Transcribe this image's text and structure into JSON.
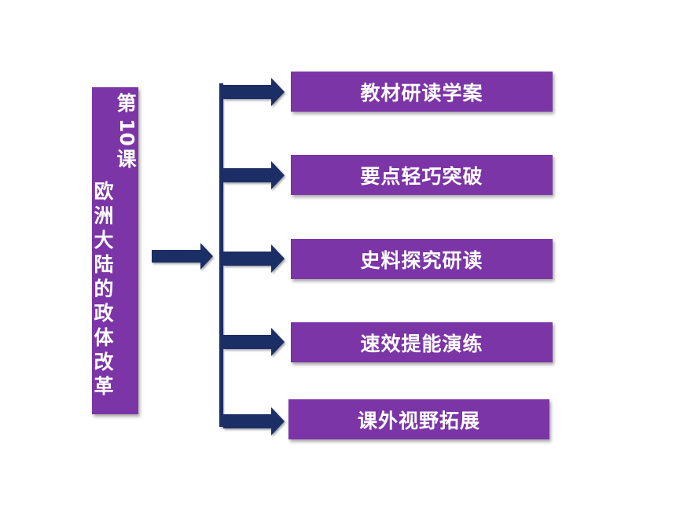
{
  "title": {
    "right_column": [
      "第",
      "10",
      "课"
    ],
    "left_column": [
      "欧",
      "洲",
      "大",
      "陆",
      "的",
      "政",
      "体",
      "改",
      "革"
    ]
  },
  "items": [
    {
      "label": "教材研读学案"
    },
    {
      "label": "要点轻巧突破"
    },
    {
      "label": "史料探究研读"
    },
    {
      "label": "速效提能演练"
    },
    {
      "label": "课外视野拓展"
    }
  ],
  "colors": {
    "box_fill": "#7b35a6",
    "arrow": "#1f2f66",
    "text": "#ffffff"
  }
}
